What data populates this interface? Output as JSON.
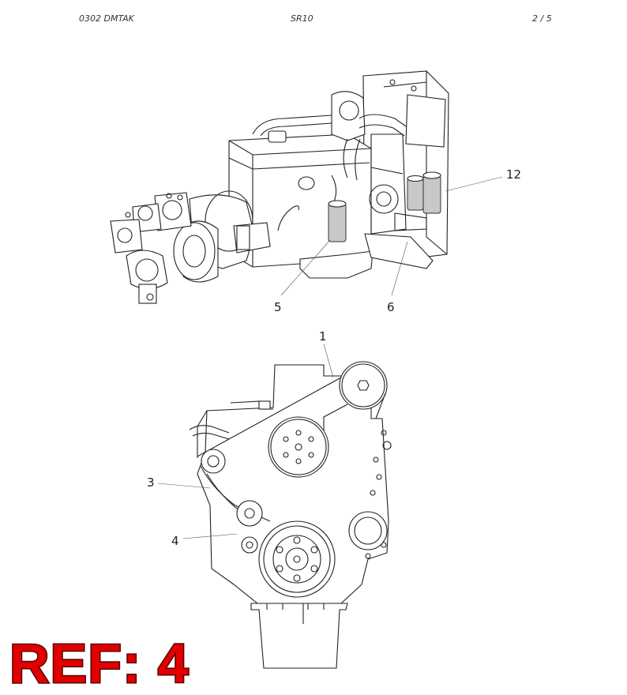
{
  "header": {
    "left": "0302   DMTAK",
    "center": "SR10",
    "right": "2 / 5"
  },
  "callouts": {
    "c12": "12",
    "c5": "5",
    "c6": "6",
    "c1": "1",
    "c3": "3",
    "c4": "4"
  },
  "reference": "REF: 4"
}
